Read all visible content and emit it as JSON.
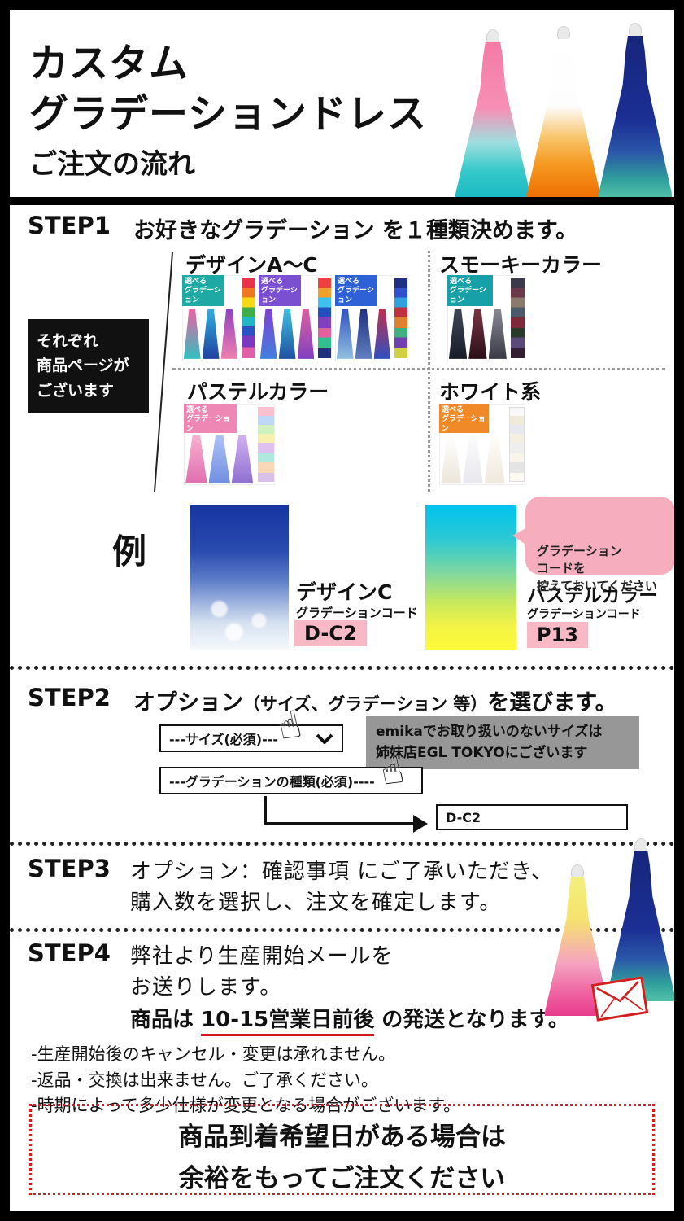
{
  "header": {
    "title_line1": "カスタム",
    "title_line2": "グラデーションドレス",
    "subtitle": "ご注文の流れ"
  },
  "step1": {
    "label": "STEP1",
    "heading": "お好きなグラデーション を１種類決めます。",
    "side_note": "それぞれ\n商品ページが\nございます",
    "categories": {
      "design": "デザインA～C",
      "smoky": "スモーキーカラー",
      "pastel": "パステルカラー",
      "white": "ホワイト系"
    },
    "thumb_badge_line1": "選べる",
    "thumb_badge_line2": "グラデーション",
    "example_label": "例",
    "example1": {
      "name": "デザインC",
      "code_label": "グラデーションコード",
      "code": "D-C2"
    },
    "example2": {
      "name": "パステルカラー",
      "code_label": "グラデーションコード",
      "code": "P13"
    },
    "bubble_text": "グラデーション\nコードを\n控えておいてください"
  },
  "step2": {
    "label": "STEP2",
    "heading_main": "オプション",
    "heading_paren": "（サイズ、グラデーション 等）",
    "heading_tail": "を選びます。",
    "size_select": "---サイズ(必須)---",
    "gray_note": "emikaでお取り扱いのないサイズは\n姉妹店EGL TOKYOにございます",
    "gradation_select": "---グラデーションの種類(必須)----",
    "input_value": "D-C2"
  },
  "step3": {
    "label": "STEP3",
    "line1": "オプション：確認事項 にご了承いただき、",
    "line2": "購入数を選択し、注文を確定します。"
  },
  "step4": {
    "label": "STEP4",
    "line1": "弊社より生産開始メールを",
    "line2": "お送りします。",
    "shipping_prefix": "商品は ",
    "shipping_highlight": "10-15営業日前後",
    "shipping_suffix": " の発送となります。",
    "notes": "-生産開始後のキャンセル・変更は承れません。\n-返品・交換は出来ません。ご了承ください。\n-時期によって多少仕様が変更となる場合がございます。"
  },
  "footer_box": {
    "line1": "商品到着希望日がある場合は",
    "line2": "余裕をもってご注文ください"
  },
  "colors": {
    "highlight_pink": "#f8b9c6",
    "bubble_pink": "#f6aebe",
    "accent_red": "#e01818",
    "gray_note_bg": "#979797"
  }
}
